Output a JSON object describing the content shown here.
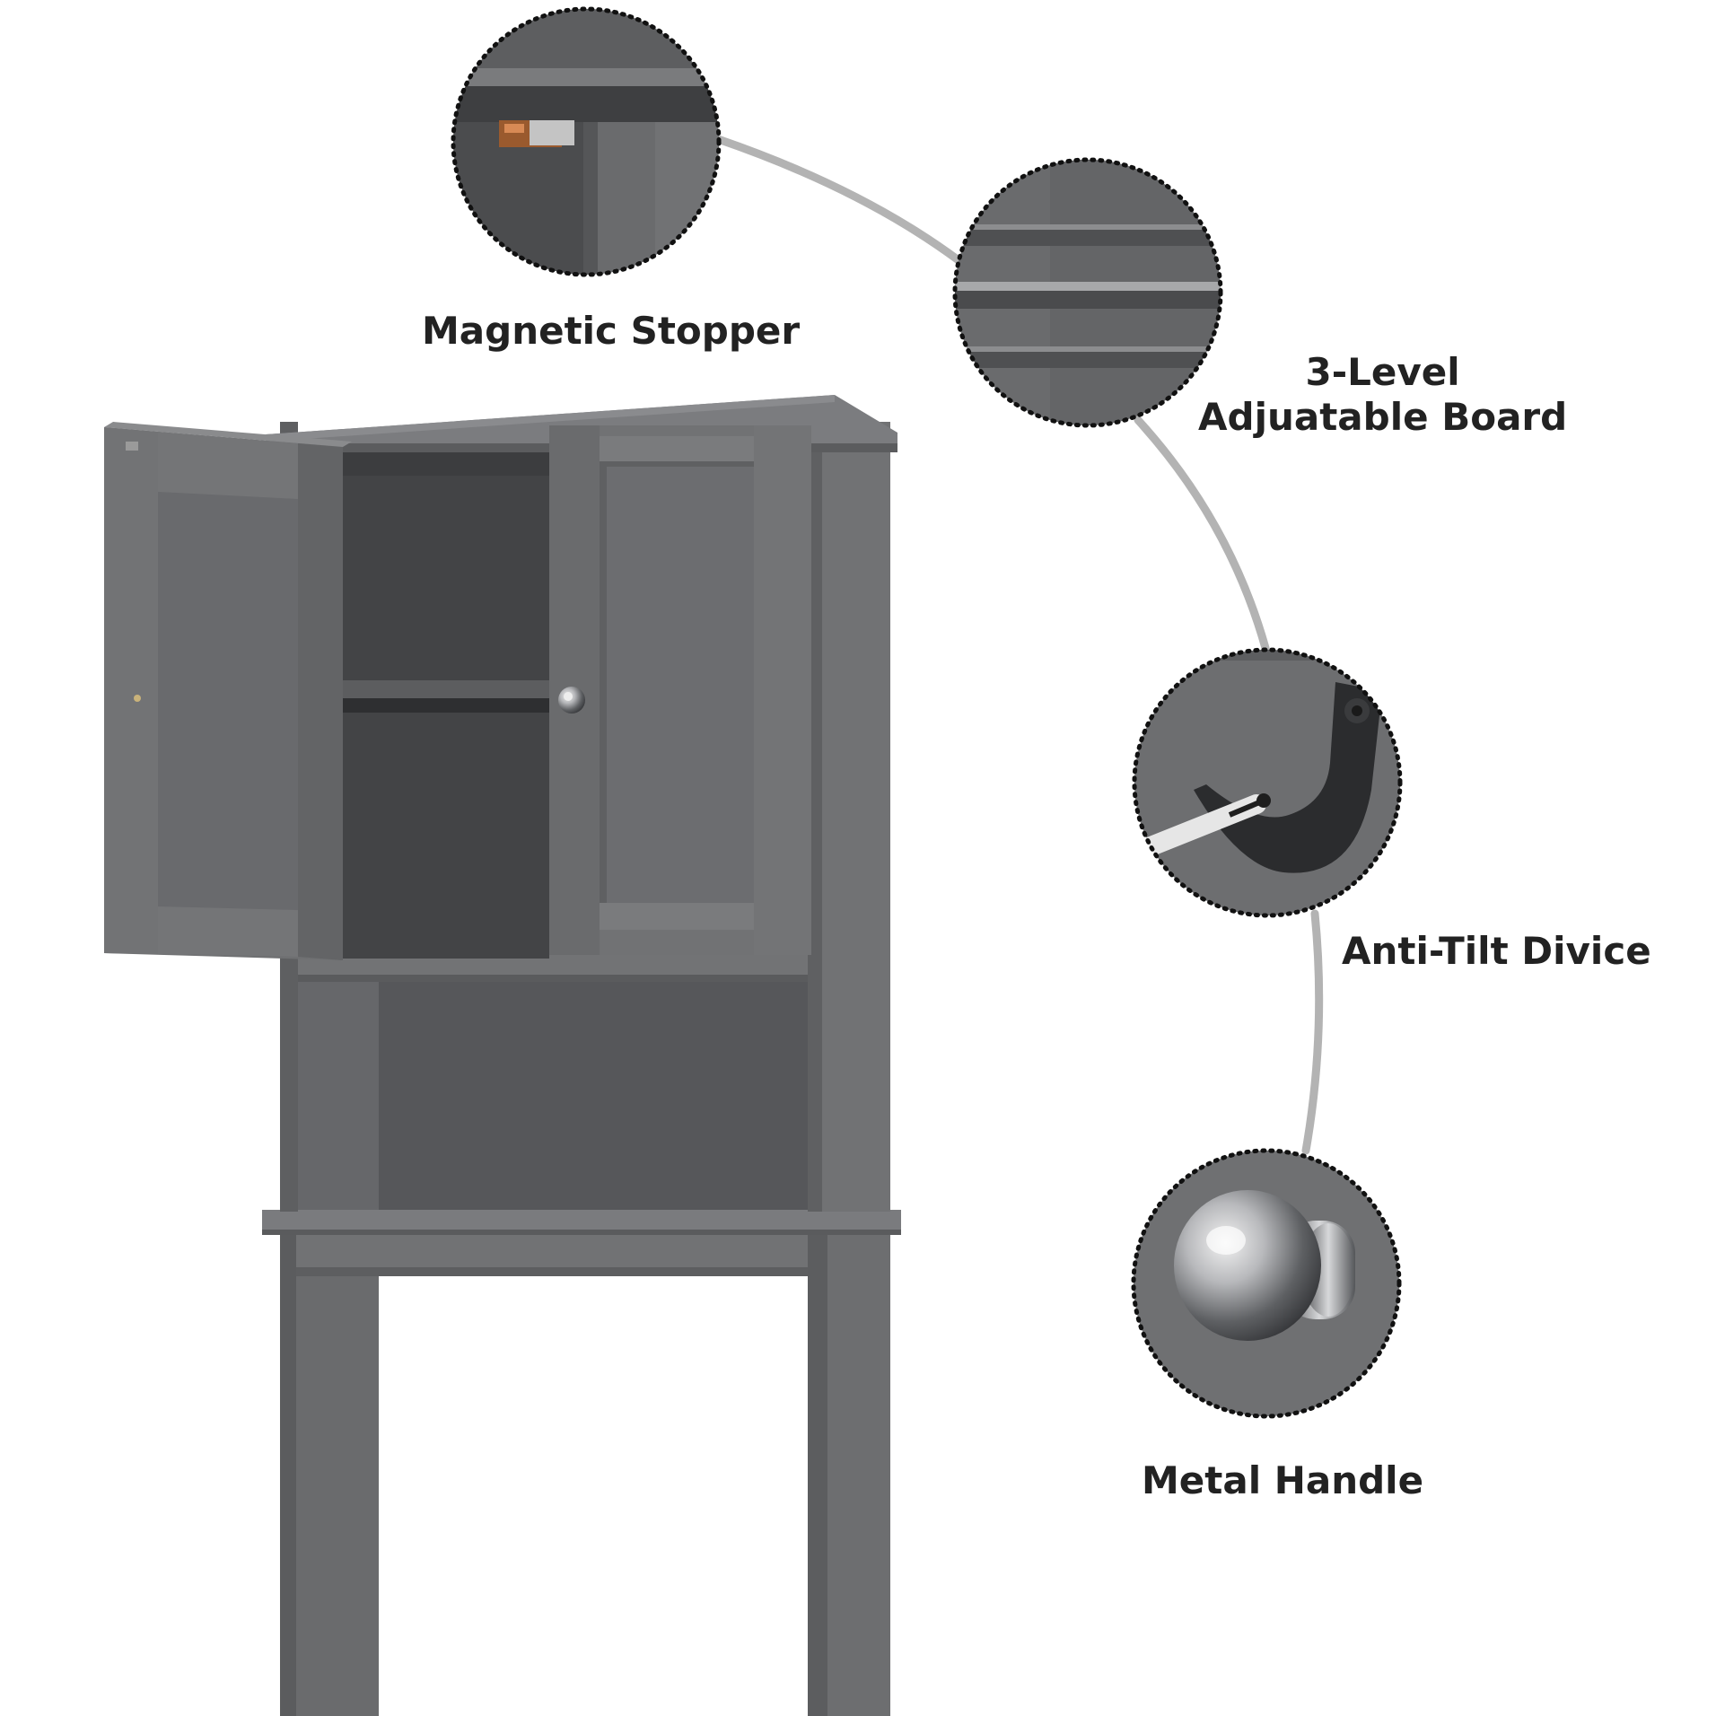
{
  "colors": {
    "background": "#ffffff",
    "cabinet": "#6a6b6d",
    "cabinet_dark": "#4a4b4d",
    "cabinet_light": "#7c7d80",
    "connector": "#b3b3b3",
    "label": "#222222"
  },
  "features": {
    "magnetic_stopper": {
      "label": "Magnetic Stopper",
      "icon": "magnet-catch-icon"
    },
    "adjustable_board": {
      "label_line1": "3-Level",
      "label_line2": "Adjuatable Board",
      "icon": "shelf-board-icon"
    },
    "anti_tilt": {
      "label": "Anti-Tilt Divice",
      "icon": "anti-tilt-bracket-icon"
    },
    "metal_handle": {
      "label": "Metal Handle",
      "icon": "knob-handle-icon"
    }
  }
}
